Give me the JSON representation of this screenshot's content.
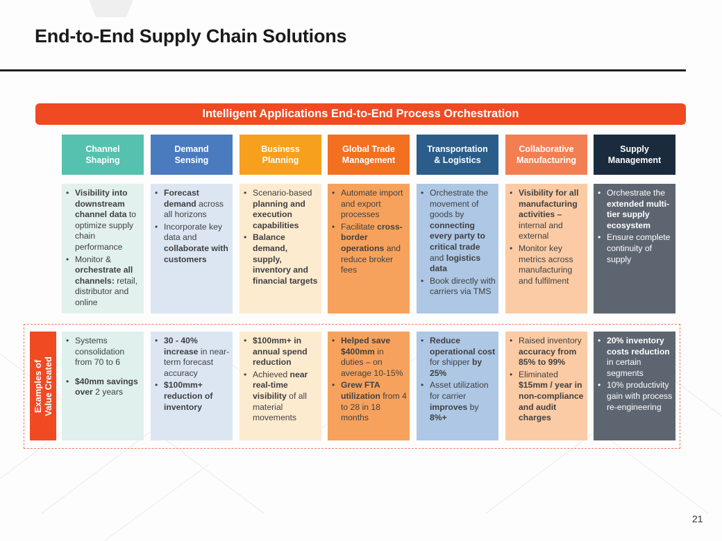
{
  "title": "End-to-End Supply Chain Solutions",
  "banner": "Intelligent Applications End-to-End Process Orchestration",
  "value_label": [
    "Examples of",
    "Value Created"
  ],
  "page_number": "21",
  "colors": {
    "accent": "#f04a23",
    "title_rule": "#1f1f1f"
  },
  "columns": [
    {
      "heading": [
        "Channel",
        "Shaping"
      ],
      "head_color": "#55c1ae",
      "desc_bg": "#e3f1ee",
      "val_bg": "#dff0ed",
      "text_color": "#404040",
      "description": [
        [
          {
            "t": "Visibility into downstream channel data",
            "b": true
          },
          {
            "t": " to optimize supply chain performance",
            "b": false
          }
        ],
        [
          {
            "t": "Monitor & ",
            "b": false
          },
          {
            "t": "orchestrate all channels:",
            "b": true
          },
          {
            "t": " retail, distributor and online",
            "b": false
          }
        ]
      ],
      "value": [
        [
          {
            "t": "Systems consolidation from 70 to 6",
            "b": false
          }
        ],
        [
          {
            "t": "$40mm savings over",
            "b": true
          },
          {
            "t": " 2 years",
            "b": false
          }
        ]
      ]
    },
    {
      "heading": [
        "Demand",
        "Sensing"
      ],
      "head_color": "#4a7bbf",
      "desc_bg": "#dce6f3",
      "val_bg": "#dce6f3",
      "text_color": "#404040",
      "description": [
        [
          {
            "t": "Forecast demand",
            "b": true
          },
          {
            "t": " across all horizons",
            "b": false
          }
        ],
        [
          {
            "t": "Incorporate key data and ",
            "b": false
          },
          {
            "t": "collaborate with customers",
            "b": true
          }
        ]
      ],
      "value": [
        [
          {
            "t": "30 - 40% increase",
            "b": true
          },
          {
            "t": " in near-term forecast accuracy",
            "b": false
          }
        ],
        [
          {
            "t": "$100mm+ reduction of inventory",
            "b": true
          }
        ]
      ]
    },
    {
      "heading": [
        "Business",
        "Planning"
      ],
      "head_color": "#f7a01e",
      "desc_bg": "#fdebd0",
      "val_bg": "#fdebd0",
      "text_color": "#404040",
      "description": [
        [
          {
            "t": "Scenario-based ",
            "b": false
          },
          {
            "t": "planning and execution capabilities",
            "b": true
          }
        ],
        [
          {
            "t": "Balance demand, supply, inventory and financial targets",
            "b": true
          }
        ]
      ],
      "value": [
        [
          {
            "t": "$100mm+ in annual spend reduction",
            "b": true
          }
        ],
        [
          {
            "t": "Achieved ",
            "b": false
          },
          {
            "t": "near real-time visibility",
            "b": true
          },
          {
            "t": " of all material movements",
            "b": false
          }
        ]
      ]
    },
    {
      "heading": [
        "Global Trade",
        "Management"
      ],
      "head_color": "#f37021",
      "desc_bg": "#f7a25c",
      "val_bg": "#f7a25c",
      "text_color": "#404040",
      "description": [
        [
          {
            "t": "Automate import and export processes",
            "b": false
          }
        ],
        [
          {
            "t": "Facilitate ",
            "b": false
          },
          {
            "t": "cross-border operations",
            "b": true
          },
          {
            "t": " and reduce broker fees",
            "b": false
          }
        ]
      ],
      "value": [
        [
          {
            "t": "Helped save $400mm",
            "b": true
          },
          {
            "t": " in duties – on average 10-15%",
            "b": false
          }
        ],
        [
          {
            "t": "Grew FTA utilization",
            "b": true
          },
          {
            "t": " from 4 to 28 in 18 months",
            "b": false
          }
        ]
      ]
    },
    {
      "heading": [
        "Transportation",
        "& Logistics"
      ],
      "head_color": "#2b5d8a",
      "desc_bg": "#adc7e5",
      "val_bg": "#adc7e5",
      "text_color": "#404040",
      "description": [
        [
          {
            "t": "Orchestrate the movement of goods by ",
            "b": false
          },
          {
            "t": "connecting every party to critical trade",
            "b": true
          },
          {
            "t": " and ",
            "b": false
          },
          {
            "t": "logistics data",
            "b": true
          }
        ],
        [
          {
            "t": "Book directly with carriers via TMS",
            "b": false
          }
        ]
      ],
      "value": [
        [
          {
            "t": "Reduce operational cost",
            "b": true
          },
          {
            "t": " for shipper ",
            "b": false
          },
          {
            "t": "by 25%",
            "b": true
          }
        ],
        [
          {
            "t": "Asset utilization for carrier ",
            "b": false
          },
          {
            "t": "improves",
            "b": true
          },
          {
            "t": " by ",
            "b": false
          },
          {
            "t": "8%+",
            "b": true
          }
        ]
      ]
    },
    {
      "heading": [
        "Collaborative",
        "Manufacturing"
      ],
      "head_color": "#f37e52",
      "desc_bg": "#fbcba5",
      "val_bg": "#fbcba5",
      "text_color": "#404040",
      "description": [
        [
          {
            "t": "Visibility for all manufacturing activities –",
            "b": true
          },
          {
            "t": " internal and external",
            "b": false
          }
        ],
        [
          {
            "t": "Monitor key metrics across manufacturing and fulfilment",
            "b": false
          }
        ]
      ],
      "value": [
        [
          {
            "t": "Raised inventory ",
            "b": false
          },
          {
            "t": "accuracy from 85% to 99%",
            "b": true
          }
        ],
        [
          {
            "t": "Eliminated ",
            "b": false
          },
          {
            "t": "$15mm / year in non-compliance and audit charges",
            "b": true
          }
        ]
      ]
    },
    {
      "heading": [
        "Supply",
        "Management"
      ],
      "head_color": "#1b2b3e",
      "desc_bg": "#5d6670",
      "val_bg": "#5d6670",
      "text_color": "#ffffff",
      "description": [
        [
          {
            "t": "Orchestrate the ",
            "b": false
          },
          {
            "t": "extended multi-tier supply ecosystem",
            "b": true
          }
        ],
        [
          {
            "t": "Ensure complete continuity of supply",
            "b": false
          }
        ]
      ],
      "value": [
        [
          {
            "t": "20% inventory costs reduction",
            "b": true
          },
          {
            "t": " in certain segments",
            "b": false
          }
        ],
        [
          {
            "t": "10% productivity gain with process re-engineering",
            "b": false
          }
        ]
      ]
    }
  ]
}
